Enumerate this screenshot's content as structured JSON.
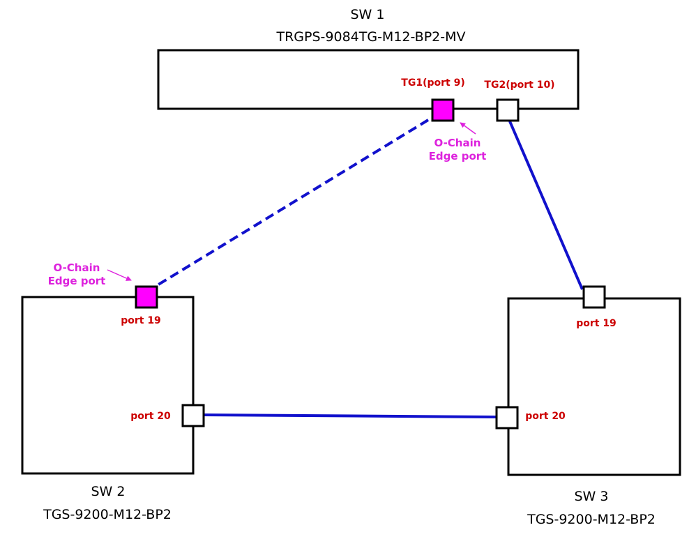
{
  "colors": {
    "link": "#1111cc",
    "edge_port": "#ff00ff",
    "port_label": "#cc0000",
    "annotation": "#dd22dd",
    "outline": "#000000"
  },
  "switches": {
    "sw1": {
      "name": "SW 1",
      "model": "TRGPS-9084TG-M12-BP2-MV"
    },
    "sw2": {
      "name": "SW 2",
      "model": "TGS-9200-M12-BP2"
    },
    "sw3": {
      "name": "SW 3",
      "model": "TGS-9200-M12-BP2"
    }
  },
  "ports": {
    "sw1_tg1": "TG1(port 9)",
    "sw1_tg2": "TG2(port 10)",
    "sw2_p19": "port 19",
    "sw2_p20": "port 20",
    "sw3_p19": "port 19",
    "sw3_p20": "port 20"
  },
  "annotations": {
    "sw1_edge": {
      "line1": "O-Chain",
      "line2": "Edge port"
    },
    "sw2_edge": {
      "line1": "O-Chain",
      "line2": "Edge port"
    }
  }
}
